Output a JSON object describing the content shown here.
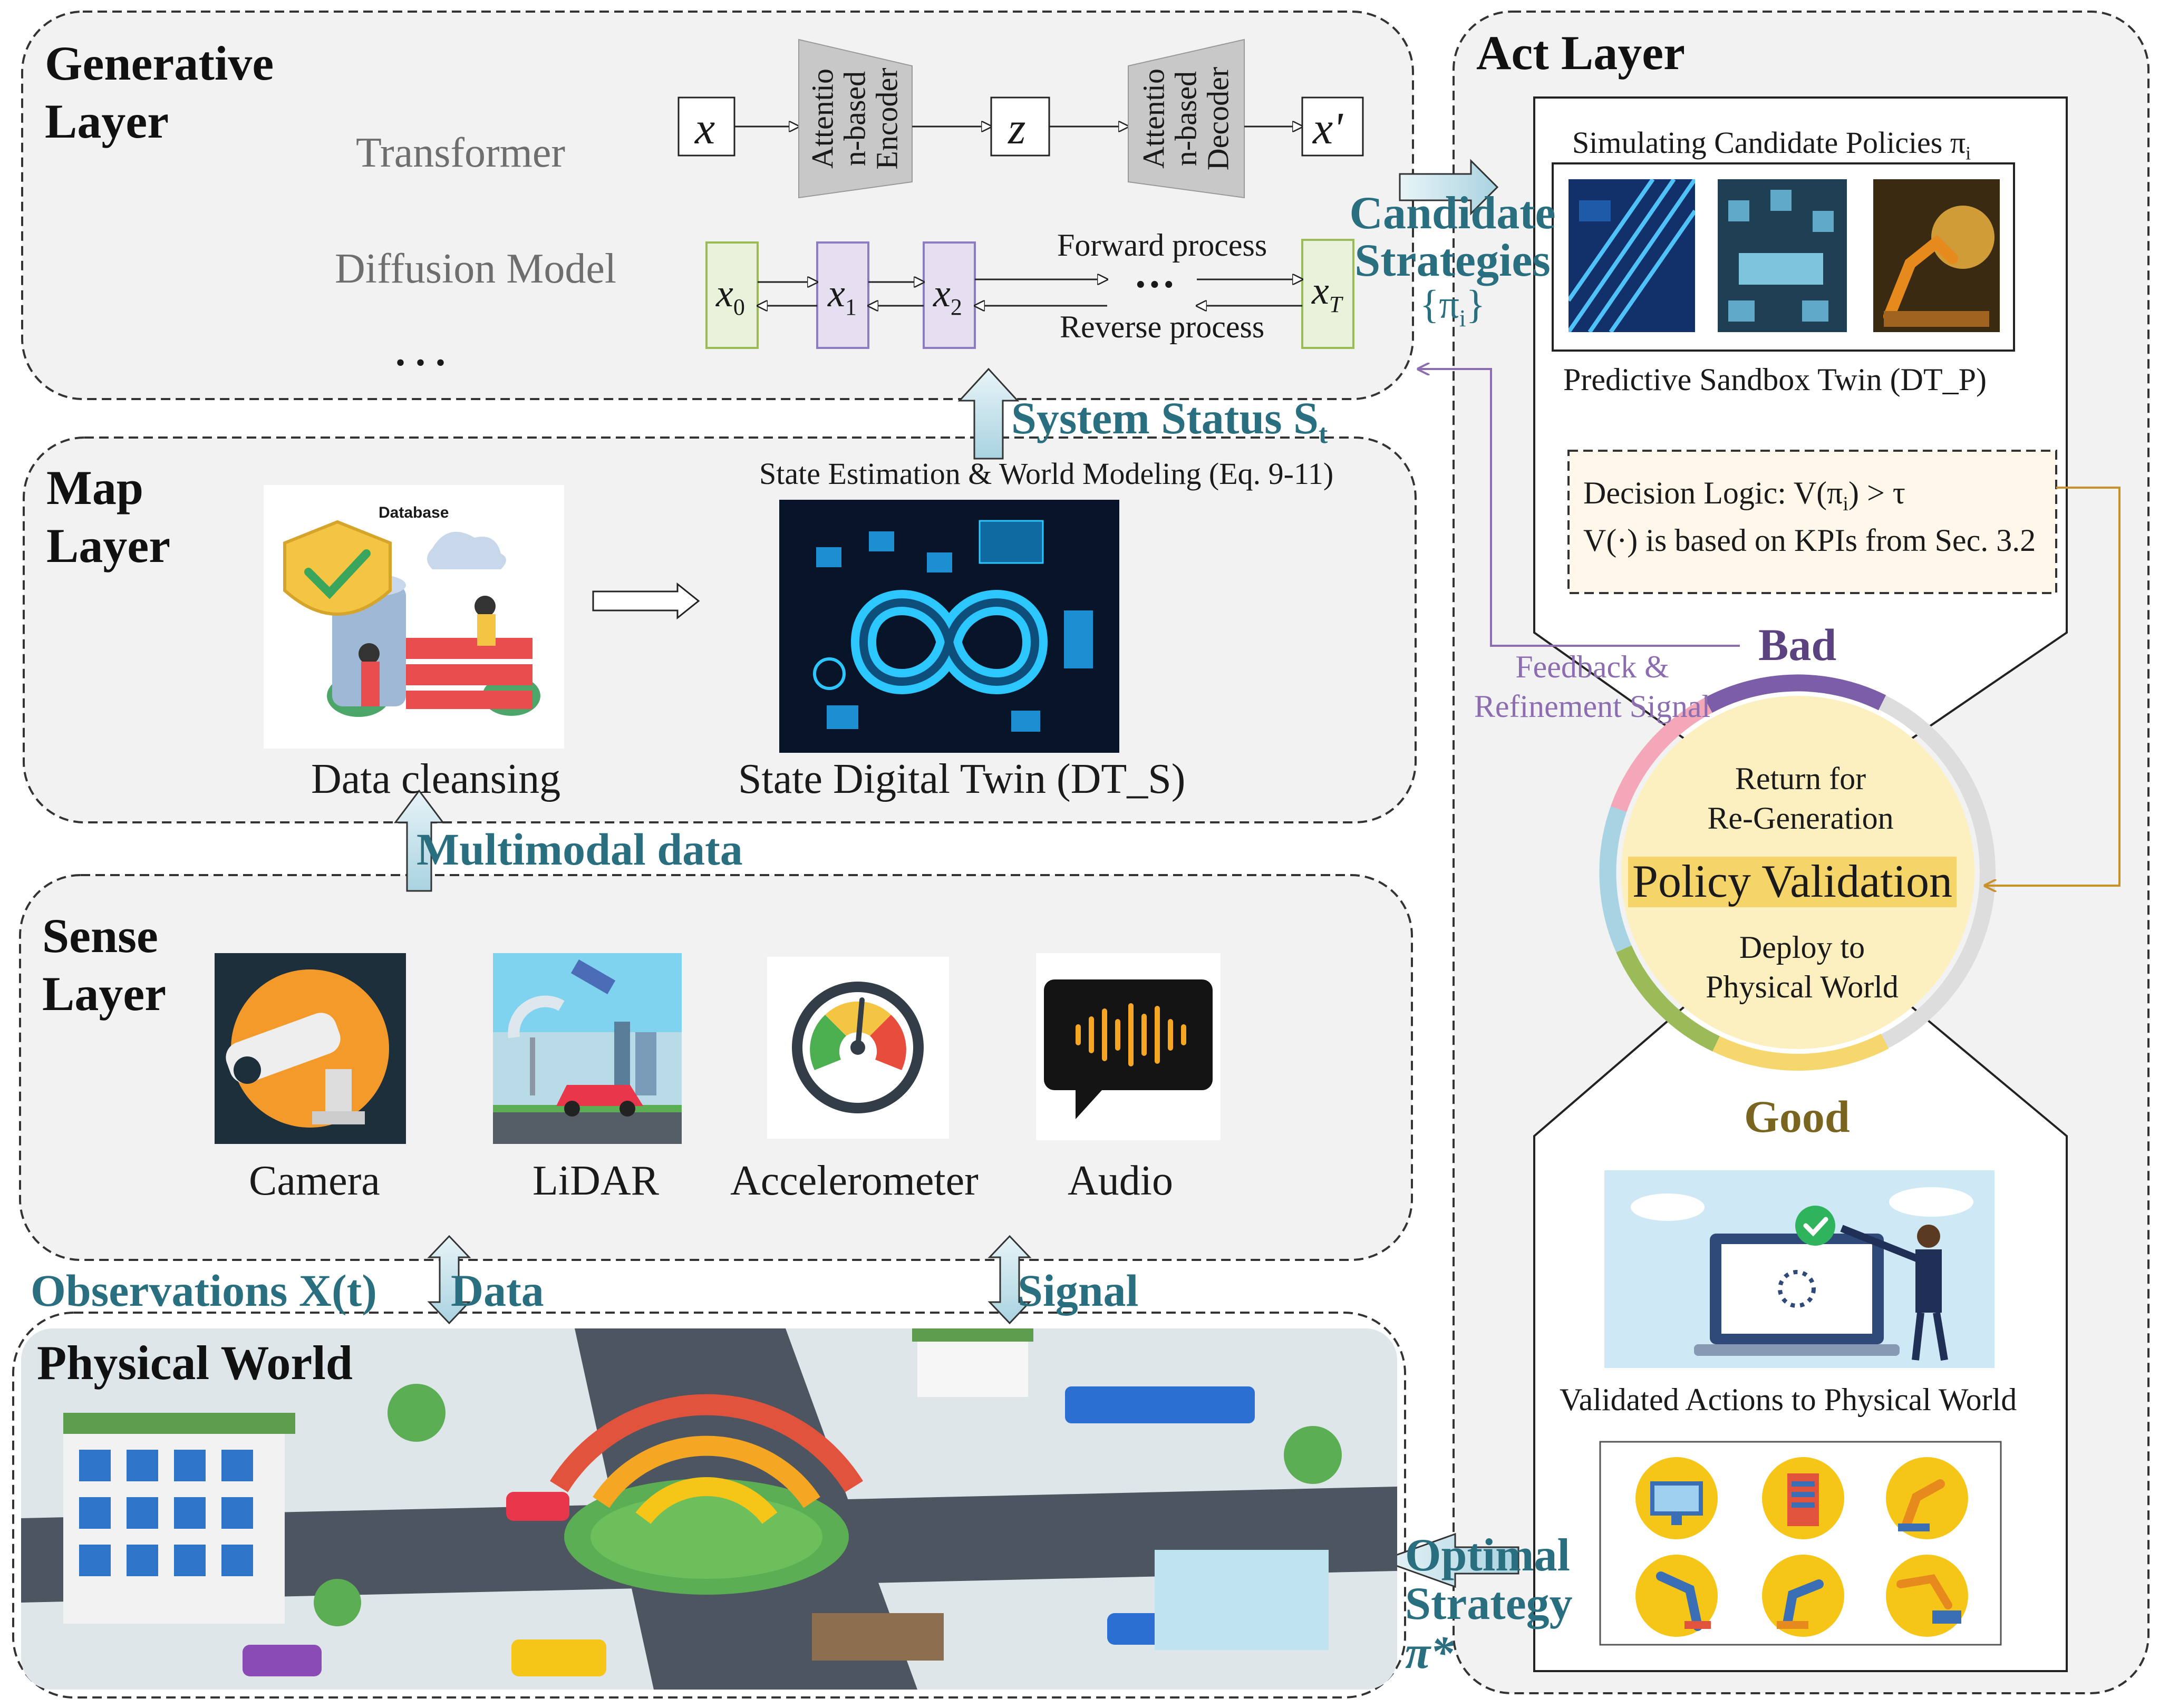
{
  "colors": {
    "panel_bg": "#f2f2f2",
    "teal_text": "#2a6f7f",
    "purple_text": "#8b6db0",
    "bad_arc": "#7b5ea7",
    "good_arc": "#f5d76e",
    "circle_fill": "#fdf0c0",
    "decision_fill": "#fff8ea",
    "decision_arrow": "#c8912a",
    "encoder_fill": "#c8c8c8",
    "diffusion_x0": "#e9f2da",
    "diffusion_mid": "#e6dff0",
    "diffusion_xt": "#e9f2da"
  },
  "generative": {
    "title_line1": "Generative",
    "title_line2": "Layer",
    "transformer_label": "Transformer",
    "diffusion_label": "Diffusion Model",
    "ellipsis": ". . .",
    "x_in": "x",
    "z": "z",
    "x_out": "x'",
    "encoder_lines": [
      "Attentio",
      "n-based",
      "Encoder"
    ],
    "decoder_lines": [
      "Attentio",
      "n-based",
      "Decoder"
    ],
    "x0": "x",
    "x0_sub": "0",
    "x1": "x",
    "x1_sub": "1",
    "x2": "x",
    "x2_sub": "2",
    "xT": "x",
    "xT_sub": "T",
    "dots": "···",
    "forward": "Forward process",
    "reverse": "Reverse process"
  },
  "map": {
    "title_line1": "Map",
    "title_line2": "Layer",
    "state_estimation": "State Estimation & World Modeling (Eq. 9-11)",
    "database_label": "Database",
    "cleansing": "Data cleansing",
    "dt_s": "State Digital Twin (DT_S)"
  },
  "sense": {
    "title_line1": "Sense",
    "title_line2": "Layer",
    "sensors": [
      "Camera",
      "LiDAR",
      "Accelerometer",
      "Audio"
    ]
  },
  "physical": {
    "title": "Physical World"
  },
  "flows": {
    "system_status": "System Status S",
    "system_status_sub": "t",
    "multimodal": "Multimodal data",
    "observations": "Observations X(t)",
    "data": "Data",
    "signal": "Signal",
    "candidate_line1": "Candidate",
    "candidate_line2": "Strategies",
    "candidate_line3": "{π",
    "candidate_line3_sub": "i",
    "candidate_line3_end": "}",
    "optimal_line1": "Optimal",
    "optimal_line2": "Strategy",
    "optimal_line3": "π*"
  },
  "act": {
    "title": "Act Layer",
    "simulating": "Simulating Candidate Policies π",
    "simulating_sub": "i",
    "sandbox": "Predictive Sandbox Twin (DT_P)",
    "decision_line1": "Decision Logic: V(π",
    "decision_line1_sub": "i",
    "decision_line1_end": ") > τ",
    "decision_line2": "V(·) is based on KPIs from Sec. 3.2",
    "bad": "Bad",
    "good": "Good",
    "return_line1": "Return for",
    "return_line2": "Re-Generation",
    "policy_validation": "Policy Validation",
    "deploy_line1": "Deploy to",
    "deploy_line2": "Physical World",
    "feedback_line1": "Feedback &",
    "feedback_line2": "Refinement Signal",
    "validated": "Validated Actions to Physical World"
  }
}
